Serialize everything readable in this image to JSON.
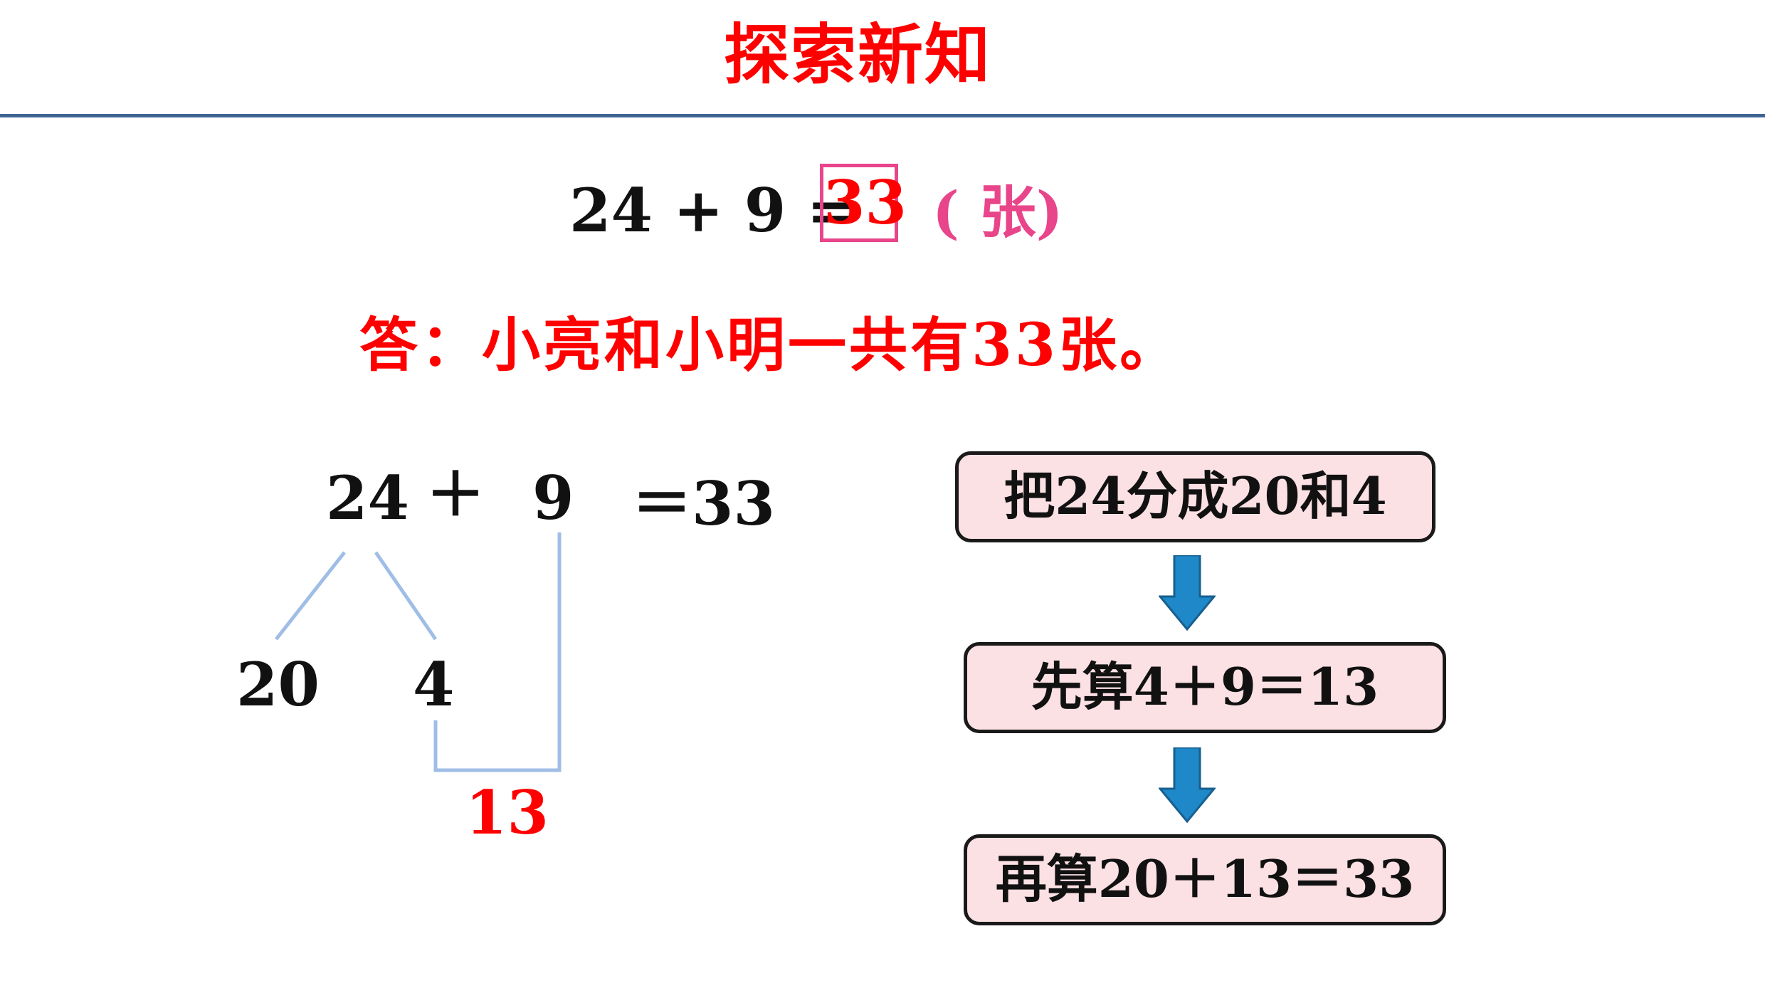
{
  "slide": {
    "title": "探索新知",
    "equation": {
      "lhs": "24 + 9 =",
      "result": "33",
      "unit_open": "( ",
      "unit": "张",
      "unit_close": ")"
    },
    "answer": "答：小亮和小明一共有33张。",
    "diagram": {
      "a": "24",
      "op": "＋",
      "b": "9",
      "eq": "＝33",
      "split_left": "20",
      "split_right": "4",
      "partial": "13"
    },
    "flow": [
      "把24分成20和4",
      "先算4＋9＝13",
      "再算20＋13＝33"
    ]
  },
  "colors": {
    "title": "#ff0000",
    "rule": "#3f6494",
    "box_border": "#e8458b",
    "connector": "#9fbde6",
    "flow_fill": "#fbe0e4",
    "arrow": "#1e88c8"
  }
}
